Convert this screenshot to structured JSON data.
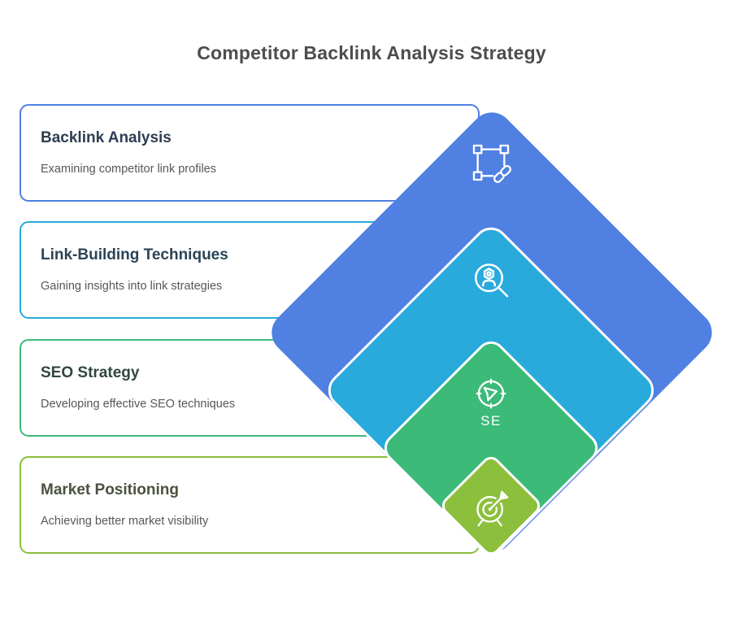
{
  "page": {
    "title": "Competitor Backlink Analysis Strategy",
    "title_color": "#4d4d4d",
    "background_color": "#ffffff",
    "description_color": "#55575b"
  },
  "steps": [
    {
      "title": "Backlink Analysis",
      "description": "Examining competitor link profiles",
      "color": "#4f80e2",
      "title_color": "#2e3d52",
      "icon": "link-selection-icon"
    },
    {
      "title": "Link-Building Techniques",
      "description": "Gaining insights into link strategies",
      "color": "#29aadc",
      "title_color": "#2b4456",
      "icon": "search-insight-icon"
    },
    {
      "title": "SEO Strategy",
      "description": "Developing effective SEO techniques",
      "color": "#3cba78",
      "title_color": "#31473d",
      "icon": "compass-icon",
      "icon_label": "SE"
    },
    {
      "title": "Market Positioning",
      "description": "Achieving better market visibility",
      "color": "#8cbf3b",
      "title_color": "#4a523f",
      "icon": "target-arrow-icon"
    }
  ]
}
